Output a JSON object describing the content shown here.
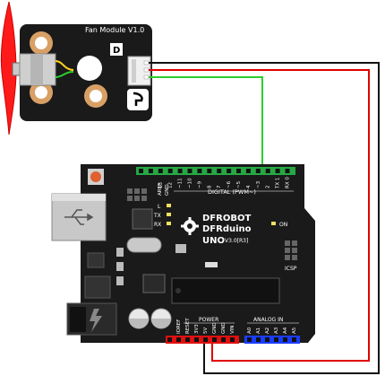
{
  "fan_module": {
    "title": "Fan Module V1.0",
    "pin_label": "D"
  },
  "board": {
    "brand_line1": "DFROBOT",
    "brand_line2": "DFRduino",
    "model": "UNO",
    "version": "V3.0[R3]",
    "digital_header": "DIGITAL (PWM~)",
    "aref": "AREF",
    "gnd_top": "GND",
    "digital_pins": [
      "13",
      "12",
      "~11",
      "~10",
      "~9",
      "8",
      "7",
      "~6",
      "~5",
      "4",
      "~3",
      "2",
      "TX 1",
      "RX 0"
    ],
    "led_labels": [
      "L",
      "TX",
      "RX"
    ],
    "on_label": "ON",
    "icsp_label": "ICSP",
    "power_header": "POWER",
    "power_pins": [
      "IOREF",
      "RESET",
      "3V3",
      "5V",
      "GND",
      "GND",
      "VIN"
    ],
    "analog_header": "ANALOG IN",
    "analog_pins": [
      "A0",
      "A1",
      "A2",
      "A3",
      "A4",
      "A5"
    ]
  },
  "wires": [
    {
      "name": "signal-wire",
      "color": "#2ecc2e"
    },
    {
      "name": "power-wire",
      "color": "#e00000"
    },
    {
      "name": "ground-wire",
      "color": "#111111"
    }
  ],
  "colors": {
    "board": "#1a1a1a",
    "header_green": "#27a844",
    "header_red": "#e01010",
    "header_blue": "#1a3cff",
    "fan_blade": "#ff1a1a",
    "copper_pad": "#d9a066"
  }
}
